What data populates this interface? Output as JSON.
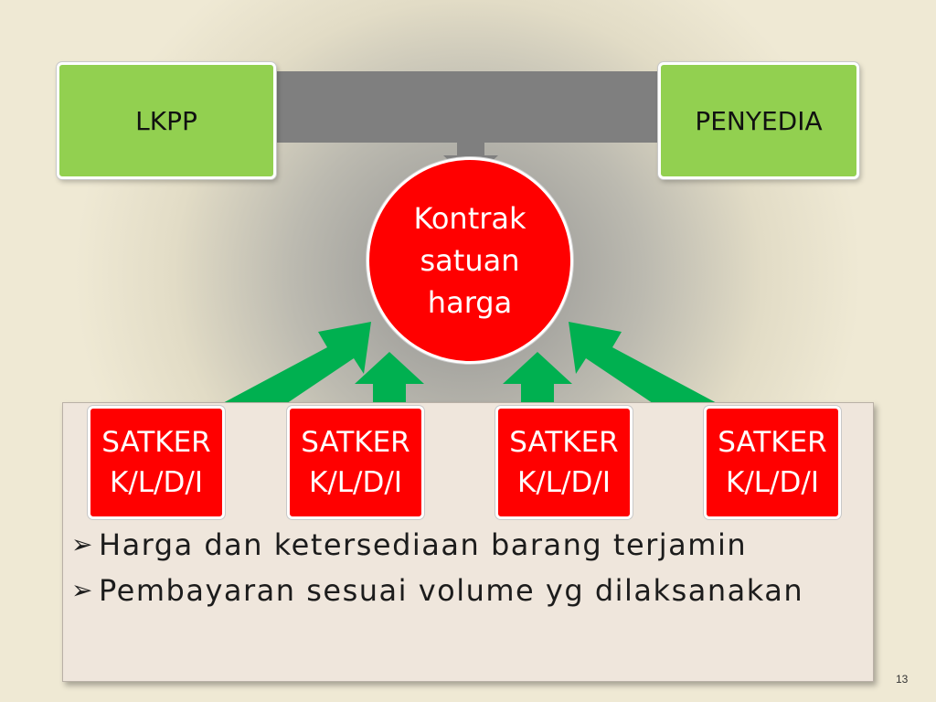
{
  "top_boxes": {
    "left": "LKPP",
    "right": "PENYEDIA"
  },
  "center": {
    "label": "Kontrak\nsatuan\nharga"
  },
  "satker": [
    {
      "line1": "SATKER",
      "line2": "K/L/D/I"
    },
    {
      "line1": "SATKER",
      "line2": "K/L/D/I"
    },
    {
      "line1": "SATKER",
      "line2": "K/L/D/I"
    },
    {
      "line1": "SATKER",
      "line2": "K/L/D/I"
    }
  ],
  "bullets": [
    {
      "mark": "➢",
      "text": "Harga dan ketersediaan barang terjamin"
    },
    {
      "mark": "➢",
      "text": "Pembayaran sesuai volume yg dilaksanakan"
    }
  ],
  "page_number": "13",
  "colors": {
    "green_box": "#92d050",
    "red": "#ff0000",
    "green_arrow": "#00b050",
    "grey_bar": "#7f7f7f"
  }
}
